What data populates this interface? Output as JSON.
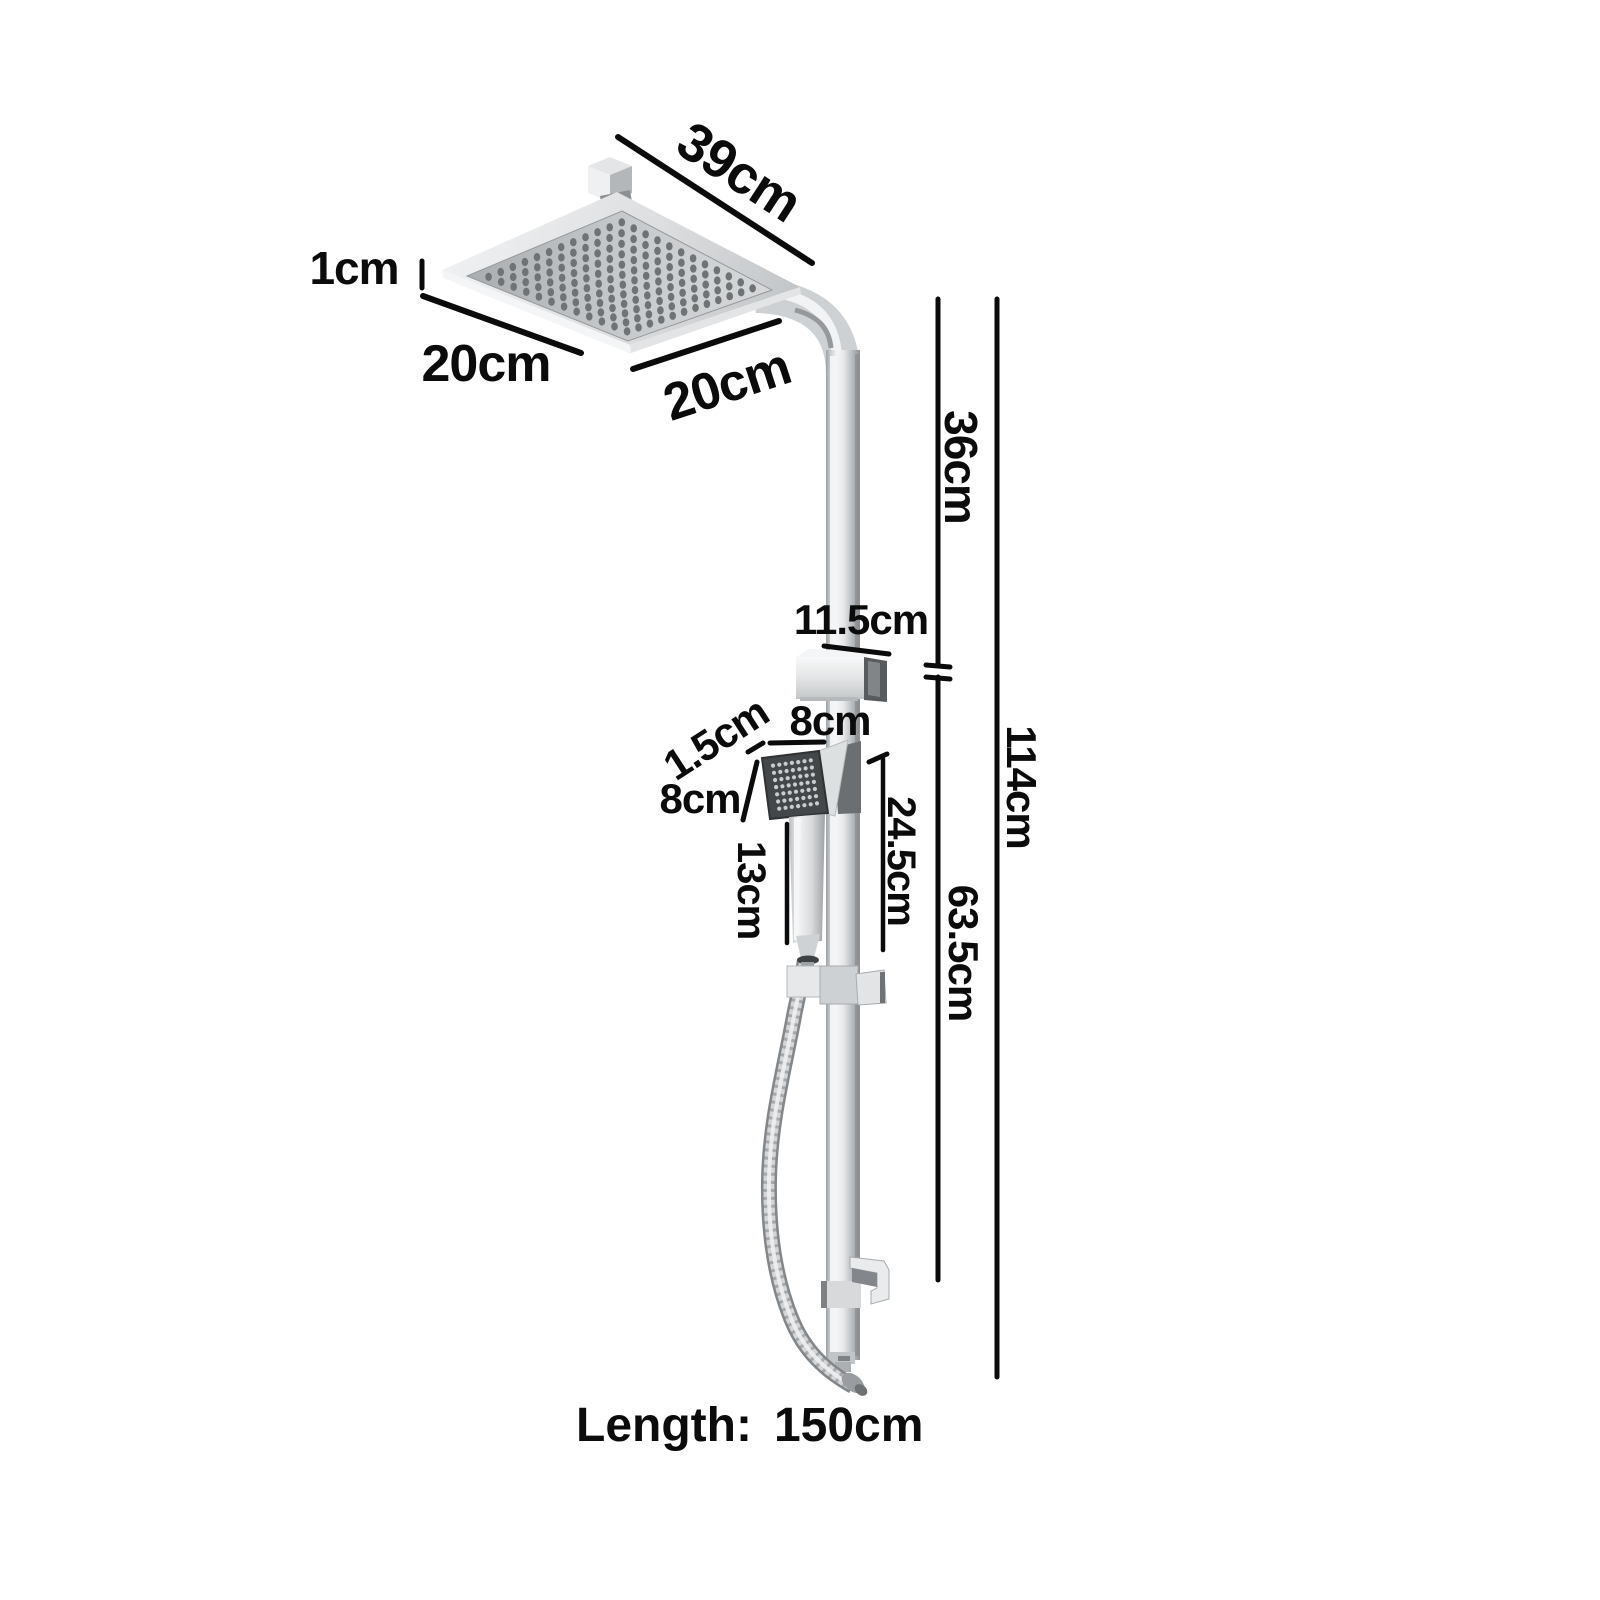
{
  "colors": {
    "ink": "#0b0b0b",
    "background": "#ffffff",
    "chrome_light": "#f3f4f5",
    "chrome_mid": "#cbced0",
    "chrome_dark": "#8f9296",
    "hand_face_dark": "#44474a"
  },
  "annotations": {
    "head_diagonal": "39cm",
    "head_thickness": "1cm",
    "head_width_left": "20cm",
    "head_width_right": "20cm",
    "upper_rail_length": "36cm",
    "arm_to_diverter": "11.5cm",
    "hand_head_thickness": "1.5cm",
    "hand_head_width_top": "8cm",
    "hand_head_width_side": "8cm",
    "handle_length": "13cm",
    "slide_travel": "24.5cm",
    "lower_rail_length": "63.5cm",
    "rail_total_height": "114cm"
  },
  "footer": {
    "label": "Length:",
    "value": "150cm"
  }
}
